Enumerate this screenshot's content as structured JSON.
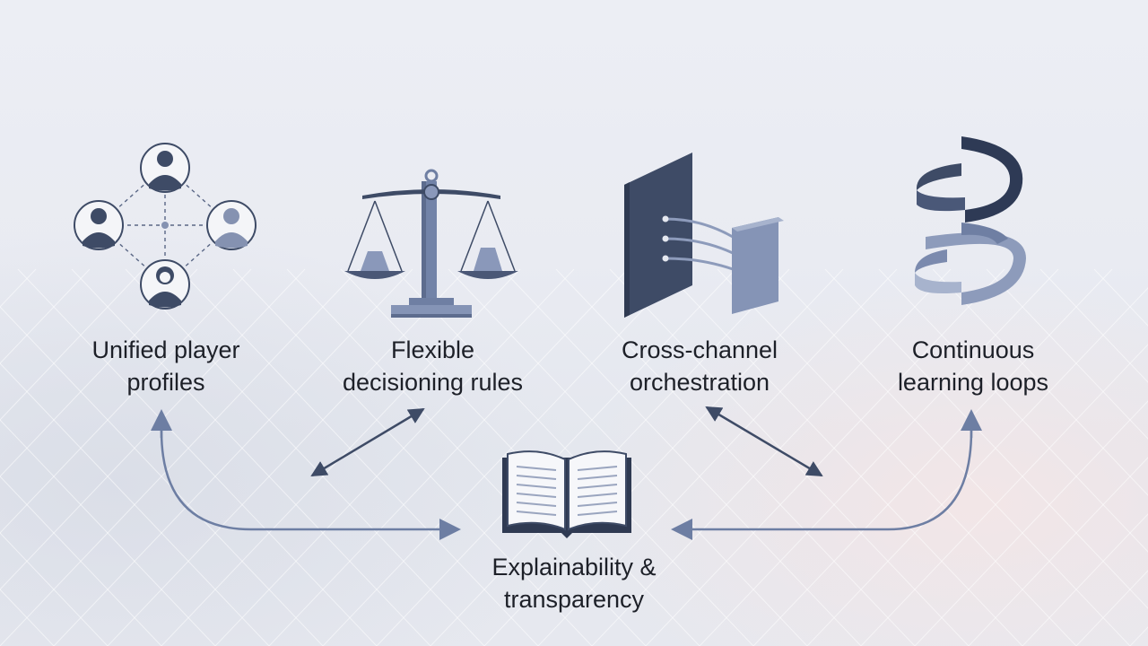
{
  "features": [
    {
      "label": "Unified player\nprofiles",
      "icon": "user-network-icon"
    },
    {
      "label": "Flexible\ndecisioning rules",
      "icon": "balance-scale-icon"
    },
    {
      "label": "Cross-channel\norchestration",
      "icon": "connected-panels-icon"
    },
    {
      "label": "Continuous\nlearning loops",
      "icon": "spiral-loop-icon"
    }
  ],
  "center": {
    "label": "Explainability &\ntransparency",
    "icon": "open-book-icon"
  },
  "colors": {
    "dark_slate": "#3e4b66",
    "mid_slate": "#6f7fa3",
    "light_slate": "#9aa8c6",
    "connector": "#6d7ea3",
    "text": "#1d2028"
  }
}
